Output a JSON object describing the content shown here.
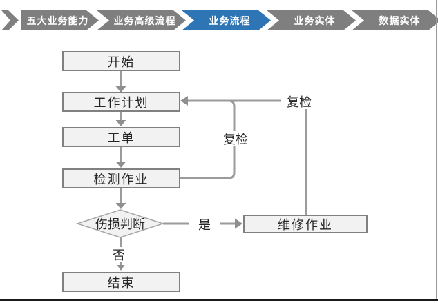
{
  "breadcrumb": {
    "items": [
      {
        "label": "五大业务能力",
        "color": "#7F7F7F",
        "active": false
      },
      {
        "label": "业务高级流程",
        "color": "#7F7F7F",
        "active": false
      },
      {
        "label": "业务流程",
        "color": "#2E75B6",
        "active": true
      },
      {
        "label": "业务实体",
        "color": "#7F7F7F",
        "active": false
      },
      {
        "label": "数据实体",
        "color": "#7F7F7F",
        "active": false
      }
    ]
  },
  "flowchart": {
    "nodes": {
      "start": "开始",
      "plan": "工作计划",
      "order": "工单",
      "inspect": "检测作业",
      "decision": "伤损判断",
      "repair": "维修作业",
      "end": "结束"
    },
    "edge_labels": {
      "recheck_inner": "复检",
      "recheck_outer": "复检",
      "yes": "是",
      "no": "否"
    }
  },
  "colors": {
    "chevron_gray": "#7F7F7F",
    "chevron_active_blue": "#2E75B6",
    "node_fill": "#F2F2F2",
    "node_border": "#808080",
    "connector_gray": "#9B9B9B",
    "text_dark": "#262626"
  }
}
